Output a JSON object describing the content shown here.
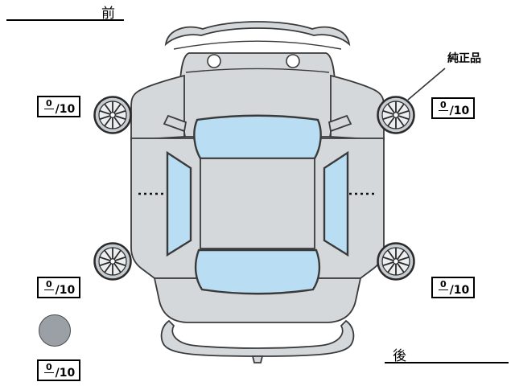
{
  "diagram": {
    "title": "car-condition-top-view",
    "labels": {
      "front": "前",
      "rear": "後",
      "genuine_part": "純正品"
    },
    "scores": {
      "front_left": {
        "value": "0",
        "max": "/10"
      },
      "front_right": {
        "value": "0",
        "max": "/10"
      },
      "rear_left": {
        "value": "0",
        "max": "/10"
      },
      "rear_right": {
        "value": "0",
        "max": "/10"
      },
      "spare": {
        "value": "0",
        "max": "/10"
      }
    },
    "colors": {
      "background": "#ffffff",
      "car_body": "#d4d8da",
      "car_windows": "#b9ddf2",
      "outline": "#3a3a3a",
      "spare_tire": "#9aa0a6"
    },
    "icons": {
      "car": "car-top-view-icon",
      "wheel": "alloy-wheel-icon",
      "spare_tire": "spare-tire-circle-icon"
    }
  }
}
